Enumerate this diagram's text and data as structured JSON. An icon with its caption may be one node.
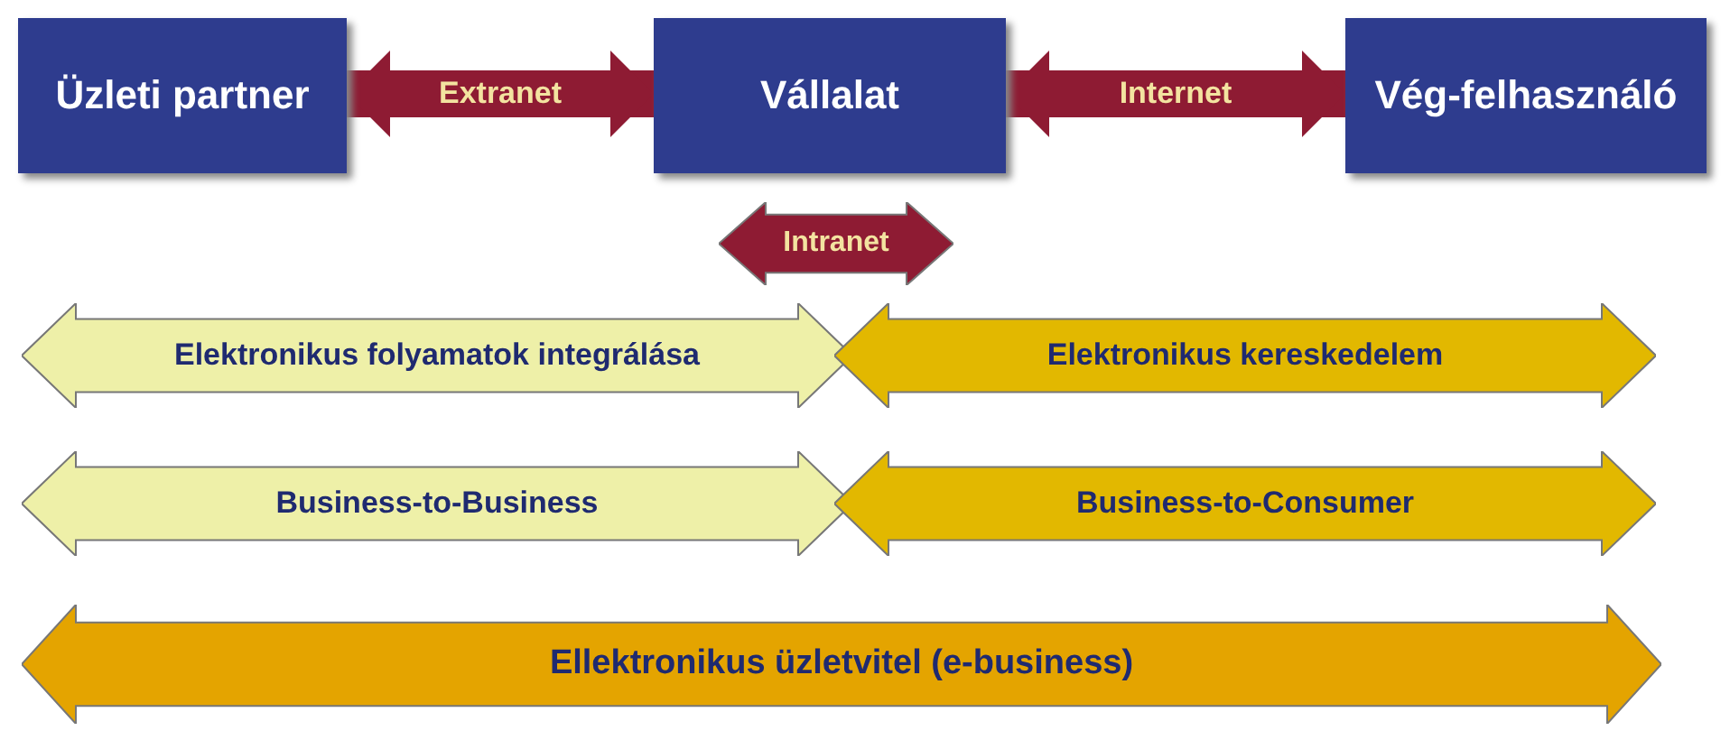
{
  "diagram": {
    "nodes": [
      {
        "text": [
          "Üzleti partner"
        ]
      },
      {
        "text": [
          "Vállalat"
        ]
      },
      {
        "text": [
          "Vég-felhasználó"
        ]
      },
      {
        "text": [
          "Intranet"
        ]
      },
      {
        "text": [
          "Elektronikus folyamatok integrálása"
        ]
      },
      {
        "text": [
          "Elektronikus kereskedelem"
        ]
      },
      {
        "text": [
          "Business-to-Business"
        ]
      },
      {
        "text": [
          "Business-to-Consumer"
        ]
      },
      {
        "text": [
          "Ellektronikus üzletvitel (e-business)"
        ]
      }
    ],
    "edges": [
      {
        "from": 0,
        "to": 1,
        "arrow": "both",
        "label": "Extranet"
      },
      {
        "from": 1,
        "to": 2,
        "arrow": "both",
        "label": "Internet"
      }
    ]
  }
}
